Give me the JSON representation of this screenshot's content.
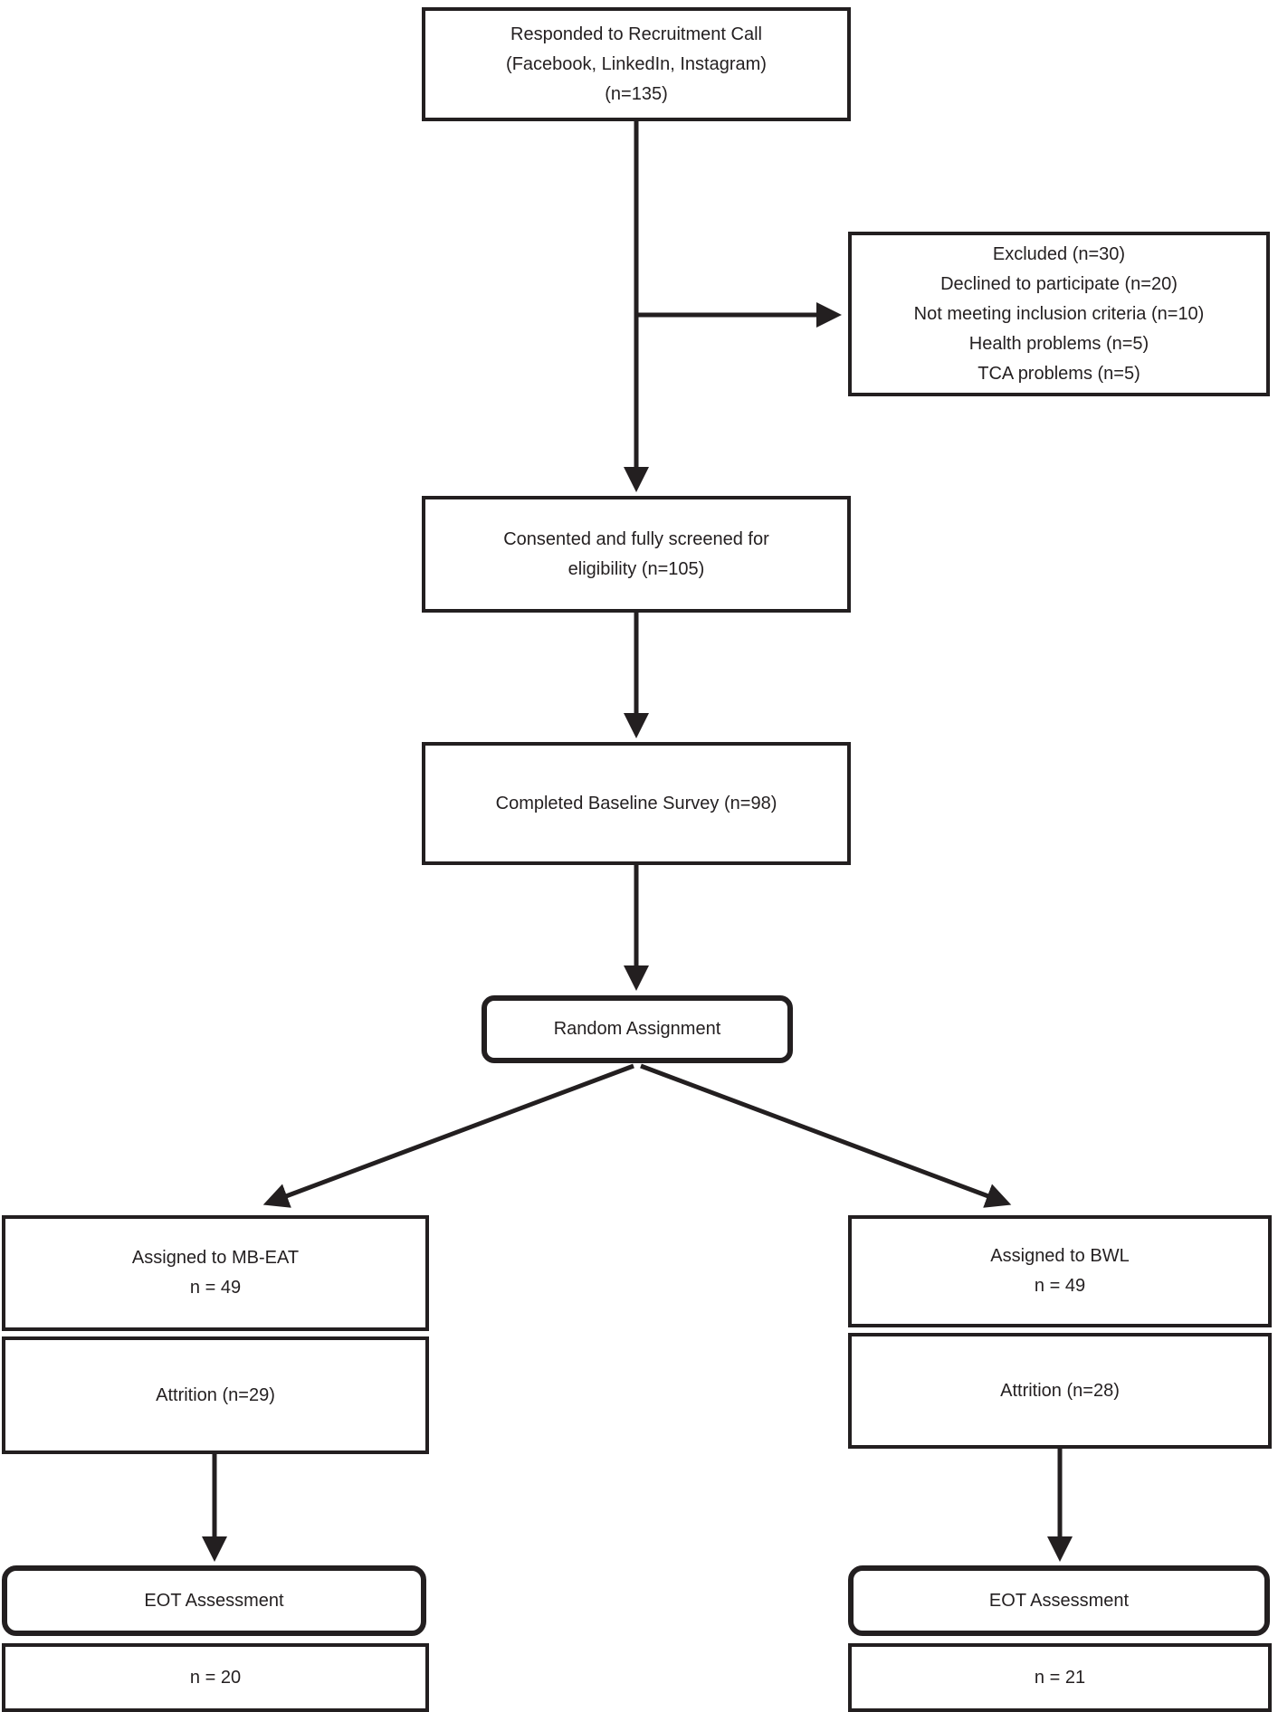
{
  "colors": {
    "ink": "#231f20",
    "background": "#ffffff"
  },
  "flowchart": {
    "recruitment": {
      "lines": [
        "Responded to Recruitment Call",
        "(Facebook, LinkedIn, Instagram)",
        "(n=135)"
      ]
    },
    "excluded": {
      "lines": [
        "Excluded (n=30)",
        "Declined to participate (n=20)",
        "Not meeting inclusion criteria (n=10)",
        "Health problems (n=5)",
        "TCA problems (n=5)"
      ]
    },
    "consented": {
      "lines": [
        "Consented and fully screened for",
        "eligibility (n=105)"
      ]
    },
    "baseline": {
      "lines": [
        "Completed Baseline Survey (n=98)"
      ]
    },
    "random_assignment": {
      "lines": [
        "Random Assignment"
      ]
    },
    "mb_eat_group": {
      "lines": [
        "Assigned to MB-EAT",
        "n = 49"
      ]
    },
    "mb_eat_attrition": {
      "lines": [
        "Attrition (n=29)"
      ]
    },
    "mb_eat_eot": {
      "lines": [
        "EOT Assessment"
      ]
    },
    "mb_eat_n": {
      "lines": [
        "n = 20"
      ]
    },
    "bwl_group": {
      "lines": [
        "Assigned to BWL",
        "n = 49"
      ]
    },
    "bwl_attrition": {
      "lines": [
        "Attrition (n=28)"
      ]
    },
    "bwl_eot": {
      "lines": [
        "EOT Assessment"
      ]
    },
    "bwl_n": {
      "lines": [
        "n = 21"
      ]
    }
  }
}
